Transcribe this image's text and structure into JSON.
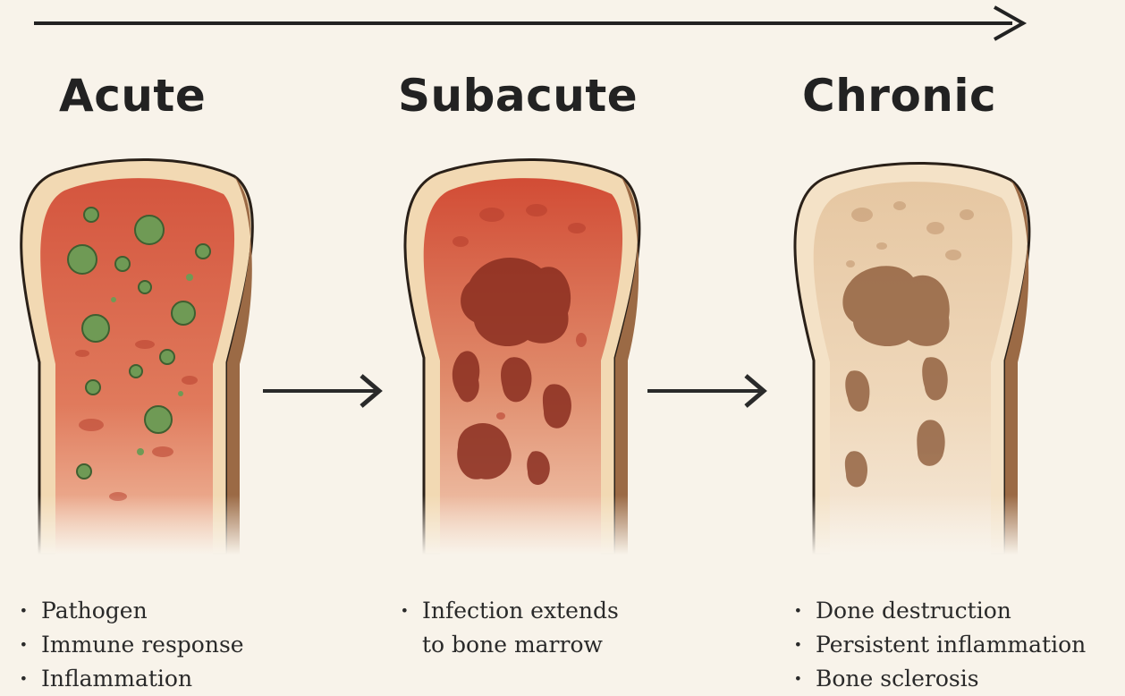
{
  "stages": [
    {
      "title": "Acute",
      "notes": [
        "Pathogen",
        "Immune response",
        "Inflammation"
      ]
    },
    {
      "title": "Subacute",
      "notes": [
        "Infection extends",
        "to bone marrow"
      ]
    },
    {
      "title": "Chronic",
      "notes": [
        "Done destruction",
        "Persistent inflammation",
        "Bone sclerosis"
      ]
    }
  ],
  "colors": {
    "background": "#f8f3ea",
    "ink": "#222222",
    "acute_marrow": "#d9684a",
    "subacute_marrow": "#cf5a3e",
    "chronic_marrow": "#ecd3b0",
    "cortex": "#f3dcb8",
    "pathogen": "#5e8a4a"
  },
  "icons": {
    "timeline": "long-right-arrow",
    "step": "right-arrow",
    "pathogen": "virus-icon"
  }
}
